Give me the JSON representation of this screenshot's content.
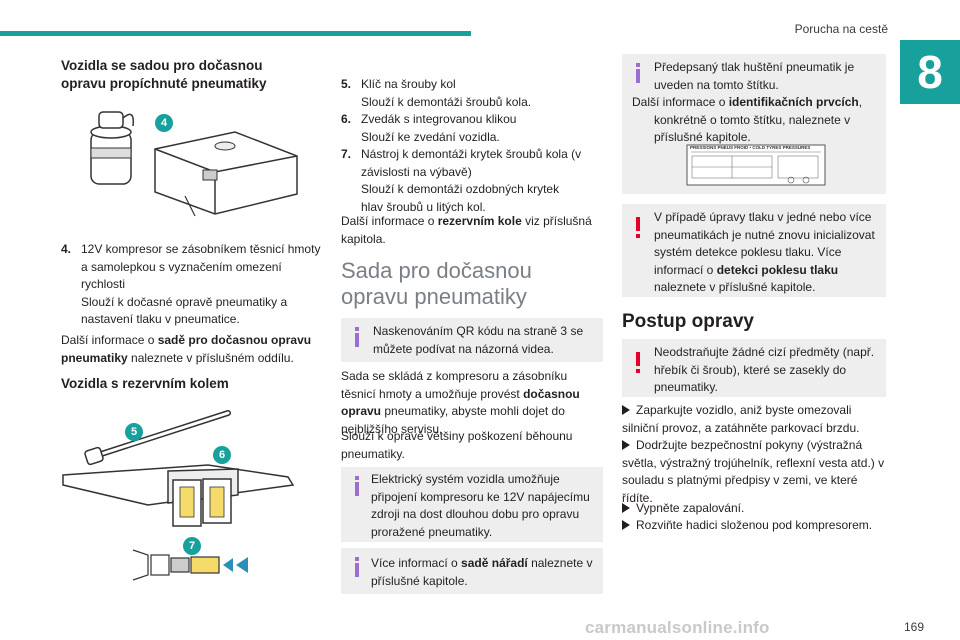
{
  "header": {
    "title": "Poruchа na cestě",
    "chapter": "8",
    "page": "169"
  },
  "watermark": "carmanualsonline.info",
  "col1": {
    "h_kit": "Vozidla se sadou pro dočasnou opravu propíchnuté pneumatiky",
    "callout4": "4",
    "item4": {
      "num": "4.",
      "lines": [
        "12V kompresor se zásobníkem těsnicí hmoty a samolepkou s vyznačením omezení rychlosti",
        "Slouží k dočasné opravě pneumatiky a nastavení tlaku v pneumatice."
      ]
    },
    "more_kit": {
      "pre": "Další informace o ",
      "bold": "sadě pro dočasnou opravu pneumatiky",
      "post": " naleznete v příslušném oddílu."
    },
    "h_spare": "Vozidla s rezervním kolem",
    "callout5": "5",
    "callout6": "6",
    "callout7": "7"
  },
  "col2": {
    "items": [
      {
        "num": "5.",
        "l1": "Klíč na šrouby kol",
        "l2": "Slouží k demontáži šroubů kola."
      },
      {
        "num": "6.",
        "l1": "Zvedák s integrovanou klikou",
        "l2": "Slouží ke zvedání vozidla."
      },
      {
        "num": "7.",
        "l1": "Nástroj k demontáži krytek šroubů kola (v závislosti na výbavě)",
        "l2": "Slouží k demontáži ozdobných krytek hlav šroubů u litých kol."
      }
    ],
    "more_spare": {
      "pre": "Další informace o ",
      "bold": "rezervním kole",
      "post": " viz příslušná kapitola."
    },
    "h2": "Sada pro dočasnou opravu pneumatiky",
    "note_qr": "Naskenováním QR kódu na straně 3 se můžete podívat na názorná videa.",
    "body1": "Sada se skládá z kompresoru a zásobníku těsnicí hmoty a umožňuje provést ",
    "body1_bold": "dočasnou opravu",
    "body1_post": " pneumatiky, abyste mohli dojet do nejbližšího servisu.",
    "body2": "Slouží k opravě většiny poškození běhounu pneumatiky.",
    "note_elec": "Elektrický systém vozidla umožňuje připojení kompresoru ke 12V napájecímu zdroji na dost dlouhou dobu pro opravu proražené pneumatiky.",
    "note_tools": {
      "pre": "Více informací o ",
      "bold": "sadě nářadí",
      "post": " naleznete v příslušné kapitole."
    }
  },
  "col3": {
    "note_pressure": {
      "l1": "Předepsaný tlak huštění pneumatik je uveden na tomto štítku.",
      "pre": "Další informace o ",
      "bold": "identifikačních prvcích",
      "post": ", konkrétně o tomto štítku, naleznete v příslušné kapitole."
    },
    "label_text": "PRESSIONS PNEUS FROID • COLD TYRES PRESSURES",
    "warn1": {
      "pre": "V případě úpravy tlaku v jedné nebo více pneumatikách je nutné znovu inicializovat systém detekce poklesu tlaku. Více informací o ",
      "bold": "detekci poklesu tlaku",
      "post": " naleznete v příslušné kapitole."
    },
    "h2b": "Postup opravy",
    "warn2": "Neodstraňujte žádné cizí předměty (např. hřebík či šroub), které se zasekly do pneumatiky.",
    "steps": [
      "Zaparkujte vozidlo, aniž byste omezovali silniční provoz, a zatáhněte parkovací brzdu.",
      "Dodržujte bezpečnostní pokyny (výstražná světla, výstražný trojúhelník, reflexní vesta atd.) v souladu s platnými předpisy v zemi, ve které řídíte.",
      "Vypněte zapalování.",
      "Rozviňte hadici složenou pod kompresorem."
    ]
  }
}
